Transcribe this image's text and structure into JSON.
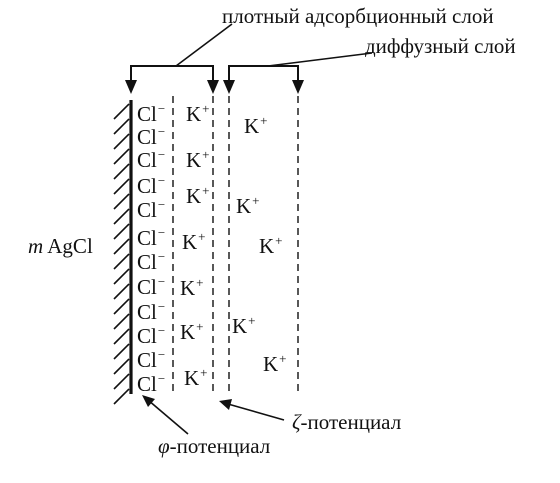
{
  "labels": {
    "dense_layer": "плотный адсорбционный слой",
    "diffuse_layer": "диффузный слой",
    "solid_symbol": "m",
    "solid_formula": "AgCl",
    "zeta_symbol": "ζ",
    "zeta_text": "-потенциал",
    "phi_symbol": "φ",
    "phi_text": "-потенциал"
  },
  "ions": {
    "anion_base": "Cl",
    "anion_charge": "−",
    "cation_base": "K",
    "cation_charge": "+"
  }
}
